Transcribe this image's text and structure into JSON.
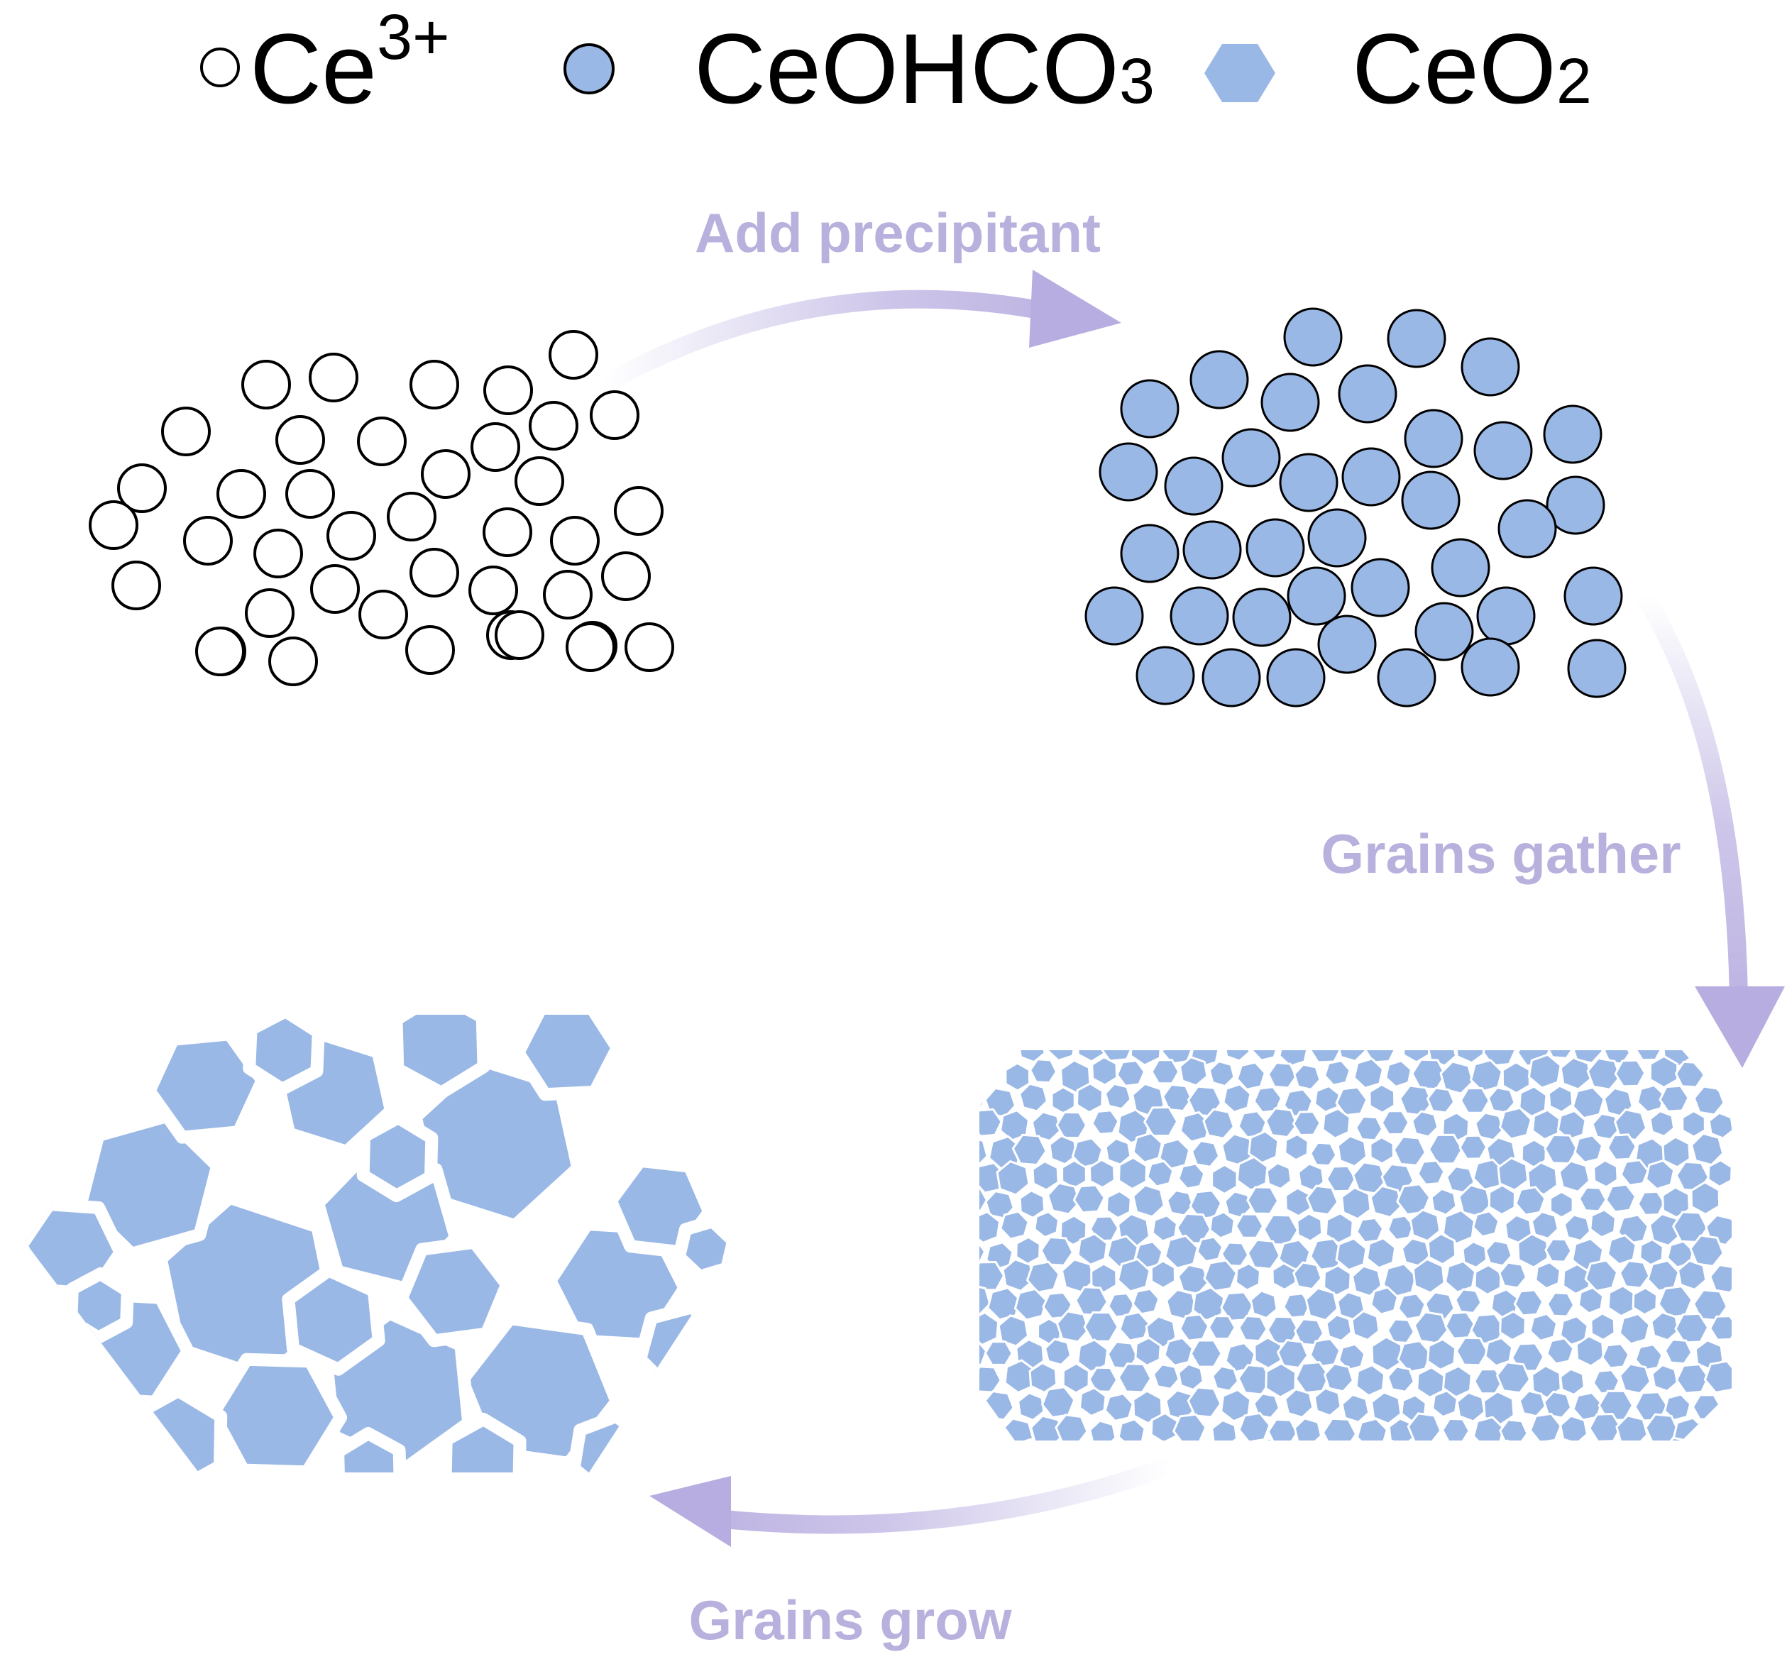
{
  "colors": {
    "grain_fill": "#9ab8e6",
    "ion_fill": "#ffffff",
    "outline": "#000000",
    "arrow": "#b8ade0",
    "label": "#b9b1dd",
    "crack": "#ffffff"
  },
  "legend": [
    {
      "symbol": "open-circle-icon",
      "base": "Ce",
      "sup": "3+",
      "sub": ""
    },
    {
      "symbol": "filled-circle-icon",
      "base": "CeOHCO",
      "sup": "",
      "sub": "3"
    },
    {
      "symbol": "hexagon-icon",
      "base": "CeO",
      "sup": "",
      "sub": "2"
    }
  ],
  "steps": {
    "add_precipitant": "Add precipitant",
    "grains_gather": "Grains gather",
    "grains_grow": "Grains grow"
  }
}
